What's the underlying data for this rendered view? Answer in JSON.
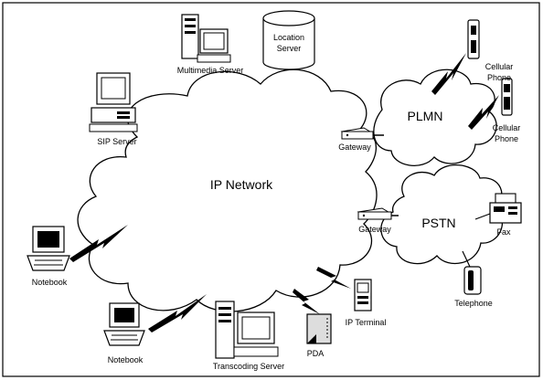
{
  "networks": {
    "ip": "IP Network",
    "plmn": "PLMN",
    "pstn": "PSTN"
  },
  "nodes": {
    "multimedia_server": "Multimedia Server",
    "location_server_line1": "Location",
    "location_server_line2": "Server",
    "sip_server": "SIP Server",
    "gateway_plmn": "Gateway",
    "gateway_pstn": "Gateway",
    "cellular_phone_1_line1": "Cellular",
    "cellular_phone_1_line2": "Phone",
    "cellular_phone_2_line1": "Cellular",
    "cellular_phone_2_line2": "Phone",
    "fax": "Fax",
    "telephone": "Telephone",
    "notebook_left": "Notebook",
    "notebook_bottom": "Notebook",
    "transcoding_server": "Transcoding Server",
    "pda": "PDA",
    "ip_terminal": "IP Terminal"
  }
}
